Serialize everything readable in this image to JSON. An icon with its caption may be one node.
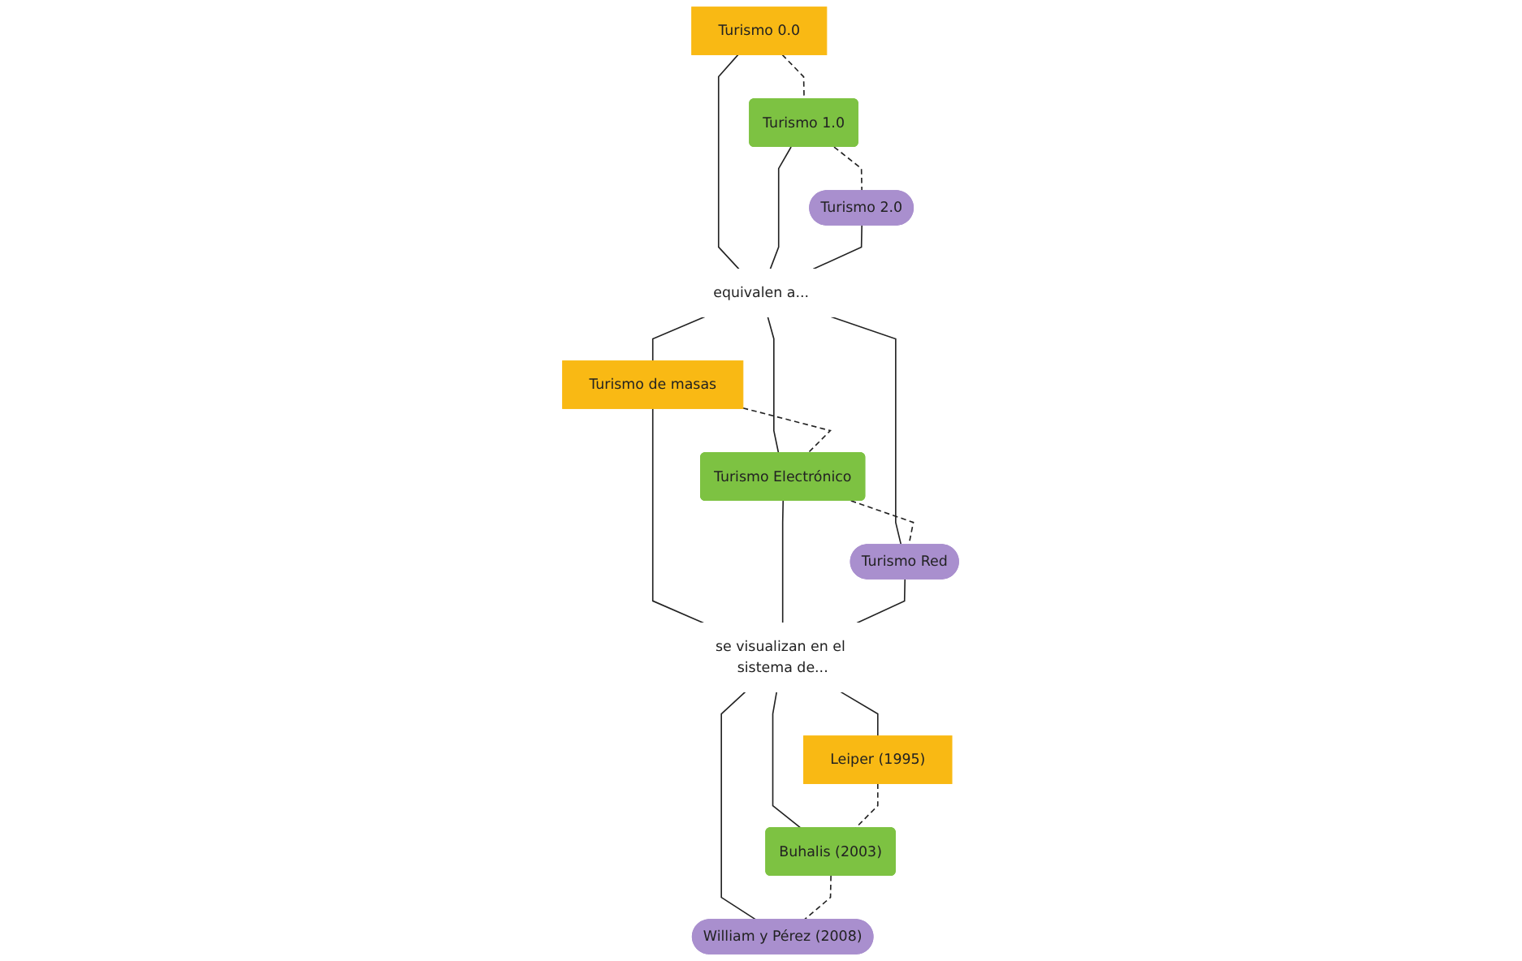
{
  "diagram": {
    "nodes": [
      {
        "text": [
          "Turismo 0.0"
        ]
      },
      {
        "text": [
          "Turismo 1.0"
        ]
      },
      {
        "text": [
          "Turismo 2.0"
        ]
      },
      {
        "text": [
          "equivalen a..."
        ]
      },
      {
        "text": [
          "Turismo de masas"
        ]
      },
      {
        "text": [
          "Turismo Electrónico"
        ]
      },
      {
        "text": [
          "Turismo Red"
        ]
      },
      {
        "text": [
          "se visualizan en el sistema de..."
        ]
      },
      {
        "text": [
          "Leiper (1995)"
        ]
      },
      {
        "text": [
          "Buhalis (2003)"
        ]
      },
      {
        "text": [
          "William y Pérez (2008)"
        ]
      }
    ],
    "edges": [
      {
        "from": 0,
        "to": 1,
        "arrow": "none",
        "style": "dashed"
      },
      {
        "from": 1,
        "to": 2,
        "arrow": "none",
        "style": "dashed"
      },
      {
        "from": 0,
        "to": 3,
        "arrow": "none"
      },
      {
        "from": 1,
        "to": 3,
        "arrow": "none"
      },
      {
        "from": 2,
        "to": 3,
        "arrow": "none"
      },
      {
        "from": 3,
        "to": 4,
        "arrow": "none"
      },
      {
        "from": 3,
        "to": 5,
        "arrow": "none"
      },
      {
        "from": 3,
        "to": 6,
        "arrow": "none"
      },
      {
        "from": 4,
        "to": 5,
        "arrow": "none",
        "style": "dashed"
      },
      {
        "from": 5,
        "to": 6,
        "arrow": "none",
        "style": "dashed"
      },
      {
        "from": 4,
        "to": 7,
        "arrow": "none"
      },
      {
        "from": 5,
        "to": 7,
        "arrow": "none"
      },
      {
        "from": 6,
        "to": 7,
        "arrow": "none"
      },
      {
        "from": 7,
        "to": 8,
        "arrow": "none"
      },
      {
        "from": 7,
        "to": 9,
        "arrow": "none"
      },
      {
        "from": 7,
        "to": 10,
        "arrow": "none"
      },
      {
        "from": 8,
        "to": 9,
        "arrow": "none",
        "style": "dashed"
      },
      {
        "from": 9,
        "to": 10,
        "arrow": "none",
        "style": "dashed"
      }
    ]
  }
}
